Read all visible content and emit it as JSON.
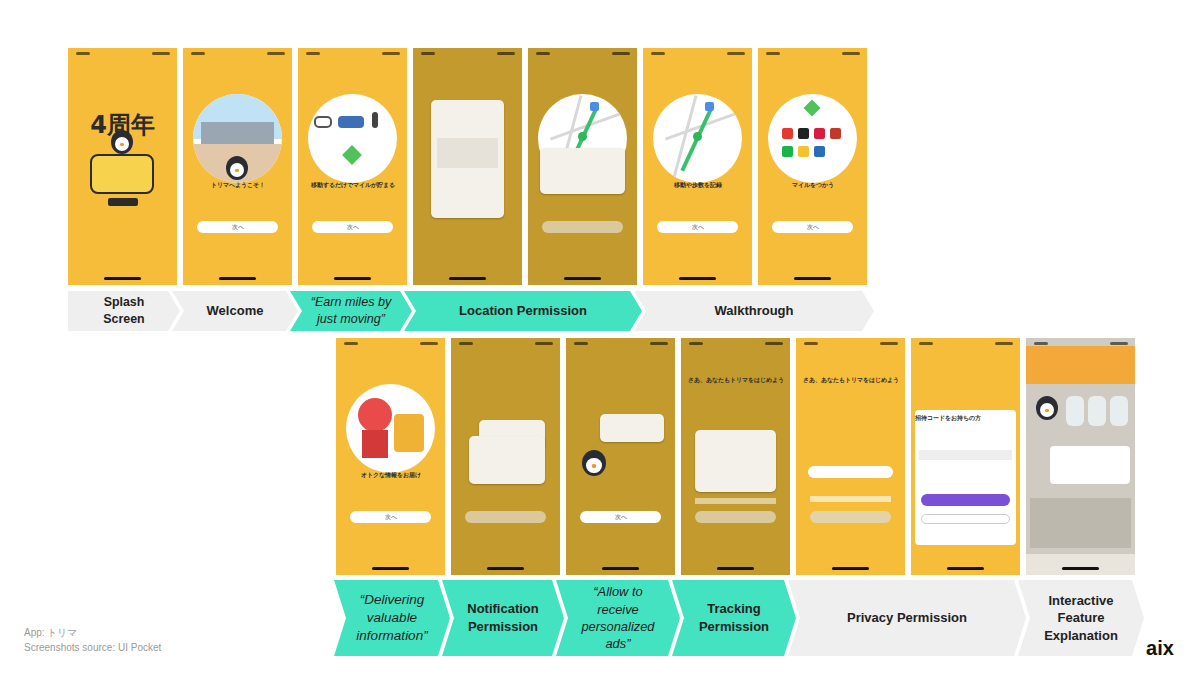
{
  "diagram": {
    "nodes": [
      {
        "text": [
          "Splash Screen"
        ]
      },
      {
        "text": [
          "Welcome"
        ]
      },
      {
        "text": [
          "“Earn miles by just moving”"
        ]
      },
      {
        "text": [
          "Location Permission"
        ]
      },
      {
        "text": [
          "Walkthrough"
        ]
      },
      {
        "text": [
          "“Delivering valuable information”"
        ]
      },
      {
        "text": [
          "Notification Permission"
        ]
      },
      {
        "text": [
          "“Allow to receive personalized ads”"
        ]
      },
      {
        "text": [
          "Tracking Permission"
        ]
      },
      {
        "text": [
          "Privacy Permission"
        ]
      },
      {
        "text": [
          "Interactive Feature Explanation"
        ]
      }
    ],
    "labels": [
      "4周年",
      "トリマへようこそ！",
      "次へ",
      "移動するだけでマイルが貯まる",
      "次へ",
      "移動や歩数を記録",
      "次へ",
      "マイルをつかう",
      "次へ",
      "オトクな情報をお届け",
      "次へ",
      "次へ",
      "さあ、あなたもトリマをはじめよう",
      "さあ、あなたもトリマをはじめよう",
      "招待コードをお持ちの方",
      "App: トリマ",
      "Screenshots source: UI Pocket",
      "aix"
    ]
  }
}
